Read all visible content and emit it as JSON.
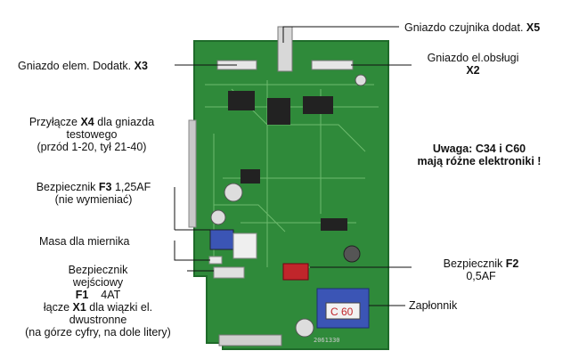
{
  "labels": {
    "x5": {
      "text": "Gniazdo czujnika dodat. ",
      "code": "X5"
    },
    "x3": {
      "text": "Gniazdo elem. Dodatk. ",
      "code": "X3"
    },
    "x2_line1": "Gniazdo el.obsługi",
    "x2_code": "X2",
    "x4_pre": "Przyłącze ",
    "x4_code": "X4",
    "x4_post": " dla gniazda",
    "x4_line2": "testowego",
    "x4_line3": "(przód 1-20, tył 21-40)",
    "warn_line1": "Uwaga: C34 i C60",
    "warn_line2": "mają różne elektroniki !",
    "f3_pre": "Bezpiecznik ",
    "f3_code": "F3",
    "f3_post": " 1,25AF",
    "f3_line2": "(nie wymieniać)",
    "masa": "Masa dla miernika",
    "f1_line1": "Bezpiecznik",
    "f1_line2": "wejściowy",
    "f1_code": "F1",
    "f1_val": "4AT",
    "x1_pre": "łącze ",
    "x1_code": "X1",
    "x1_post": " dla wiązki el.",
    "x1_line2": "dwustronne",
    "x1_line3": "(na górze cyfry, na dole litery)",
    "f2_pre": "Bezpiecznik ",
    "f2_code": "F2",
    "f2_line2": "0,5AF",
    "zaplonnik": "Zapłonnik",
    "c60_marking": "C 60",
    "board_marking": "2061330"
  },
  "colors": {
    "pcb": "#2f8a3a",
    "pcb_dark": "#1f6b2a",
    "trace": "#7cc67a",
    "transformer": "#3b55b5",
    "fuse_red": "#c0262b"
  }
}
